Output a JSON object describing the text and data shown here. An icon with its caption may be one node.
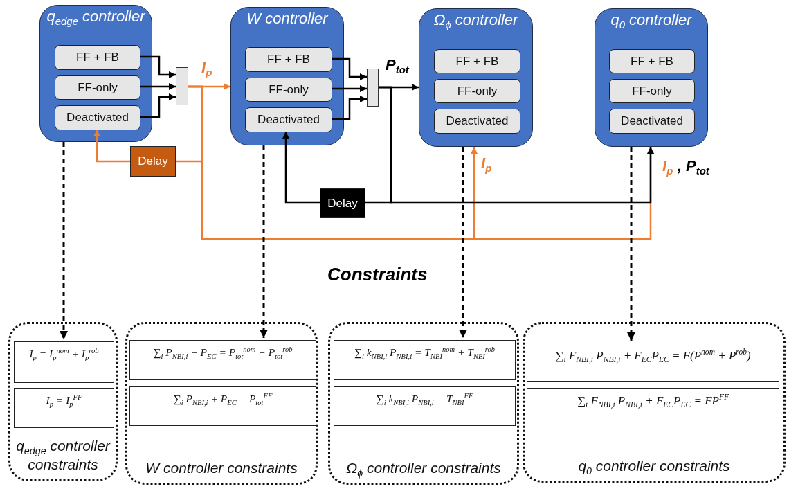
{
  "diagram": {
    "nodes": [
      {
        "text": [
          "q$_{edge}$ controller"
        ]
      },
      {
        "text": [
          "FF + FB"
        ],
        "in": 0
      },
      {
        "text": [
          "FF-only"
        ],
        "in": 0
      },
      {
        "text": [
          "Deactivated"
        ],
        "in": 0
      },
      {
        "text": [
          "W controller"
        ]
      },
      {
        "text": [
          "FF + FB"
        ],
        "in": 4
      },
      {
        "text": [
          "FF-only"
        ],
        "in": 4
      },
      {
        "text": [
          "Deactivated"
        ],
        "in": 4
      },
      {
        "text": [
          "Ω$_{ϕ}$ controller"
        ]
      },
      {
        "text": [
          "FF + FB"
        ],
        "in": 8
      },
      {
        "text": [
          "FF-only"
        ],
        "in": 8
      },
      {
        "text": [
          "Deactivated"
        ],
        "in": 8
      },
      {
        "text": [
          "q$_{0}$ controller"
        ]
      },
      {
        "text": [
          "FF + FB"
        ],
        "in": 12
      },
      {
        "text": [
          "FF-only"
        ],
        "in": 12
      },
      {
        "text": [
          "Deactivated"
        ],
        "in": 12
      },
      {
        "text": [],
        "shape": "bar"
      },
      {
        "text": [],
        "shape": "bar"
      },
      {
        "text": [
          "Delay"
        ]
      },
      {
        "text": [
          "Delay"
        ]
      },
      {
        "text": [
          "q$_{edge}$ controller constraints"
        ]
      },
      {
        "text": [
          "I$_{p}$ = I$_{p}$$^{nom}$ + I$_{p}$$^{rob}$"
        ],
        "in": 20
      },
      {
        "text": [
          "I$_{p}$ = I$_{p}$$^{FF}$"
        ],
        "in": 20
      },
      {
        "text": [
          "W controller constraints"
        ]
      },
      {
        "text": [
          "∑$_{i}$ P$_{NBI,i}$ + P$_{EC}$ = P$_{tot}$$^{nom}$ + P$_{tot}$$^{rob}$"
        ],
        "in": 23
      },
      {
        "text": [
          "∑$_{i}$ P$_{NBI,i}$ + P$_{EC}$ = P$_{tot}$$^{FF}$"
        ],
        "in": 23
      },
      {
        "text": [
          "Ω$_{ϕ}$ controller constraints"
        ]
      },
      {
        "text": [
          "∑$_{i}$ k$_{NBI,i}$ P$_{NBI,i}$ = T$_{NBI}$$^{nom}$ + T$_{NBI}$$^{rob}$"
        ],
        "in": 26
      },
      {
        "text": [
          "∑$_{i}$ k$_{NBI,i}$ P$_{NBI,i}$ = T$_{NBI}$$^{FF}$"
        ],
        "in": 26
      },
      {
        "text": [
          "q$_{0}$ controller constraints"
        ]
      },
      {
        "text": [
          "∑$_{i}$ F$_{NBI,i}$ P$_{NBI,i}$ + F$_{EC}$P$_{EC}$ = F(P$^{nom}$ + P$^{rob}$)"
        ],
        "in": 29
      },
      {
        "text": [
          "∑$_{i}$ F$_{NBI,i}$ P$_{NBI,i}$ + F$_{EC}$P$_{EC}$ = FP$^{FF}$"
        ],
        "in": 29
      }
    ],
    "edges": [
      {
        "from": 1,
        "to": 16,
        "arrow": "to"
      },
      {
        "from": 2,
        "to": 16,
        "arrow": "to"
      },
      {
        "from": 3,
        "to": 16,
        "arrow": "to"
      },
      {
        "from": 16,
        "to": 4,
        "arrow": "to",
        "label": "I$_{p}$",
        "color": "#ed7d31"
      },
      {
        "from": 16,
        "to": 18,
        "arrow": "none",
        "color": "#ed7d31"
      },
      {
        "from": 18,
        "to": 3,
        "arrow": "to",
        "color": "#ed7d31"
      },
      {
        "from": 16,
        "to": 8,
        "arrow": "to",
        "label": "I$_{p}$",
        "color": "#ed7d31"
      },
      {
        "from": 16,
        "to": 12,
        "arrow": "to",
        "label": "I$_{p}$",
        "color": "#ed7d31"
      },
      {
        "from": 5,
        "to": 17,
        "arrow": "to"
      },
      {
        "from": 6,
        "to": 17,
        "arrow": "to"
      },
      {
        "from": 7,
        "to": 17,
        "arrow": "to"
      },
      {
        "from": 17,
        "to": 8,
        "arrow": "to",
        "label": "P$_{tot}$"
      },
      {
        "from": 17,
        "to": 19,
        "arrow": "none"
      },
      {
        "from": 19,
        "to": 7,
        "arrow": "to"
      },
      {
        "from": 17,
        "to": 12,
        "arrow": "to",
        "label": "P$_{tot}$"
      },
      {
        "from": 0,
        "to": 21,
        "arrow": "to",
        "style": "dashed"
      },
      {
        "from": 4,
        "to": 24,
        "arrow": "to",
        "style": "dashed"
      },
      {
        "from": 8,
        "to": 27,
        "arrow": "to",
        "style": "dashed"
      },
      {
        "from": 12,
        "to": 30,
        "arrow": "to",
        "style": "dashed"
      }
    ],
    "labels": [
      ",",
      "Constraints"
    ]
  }
}
